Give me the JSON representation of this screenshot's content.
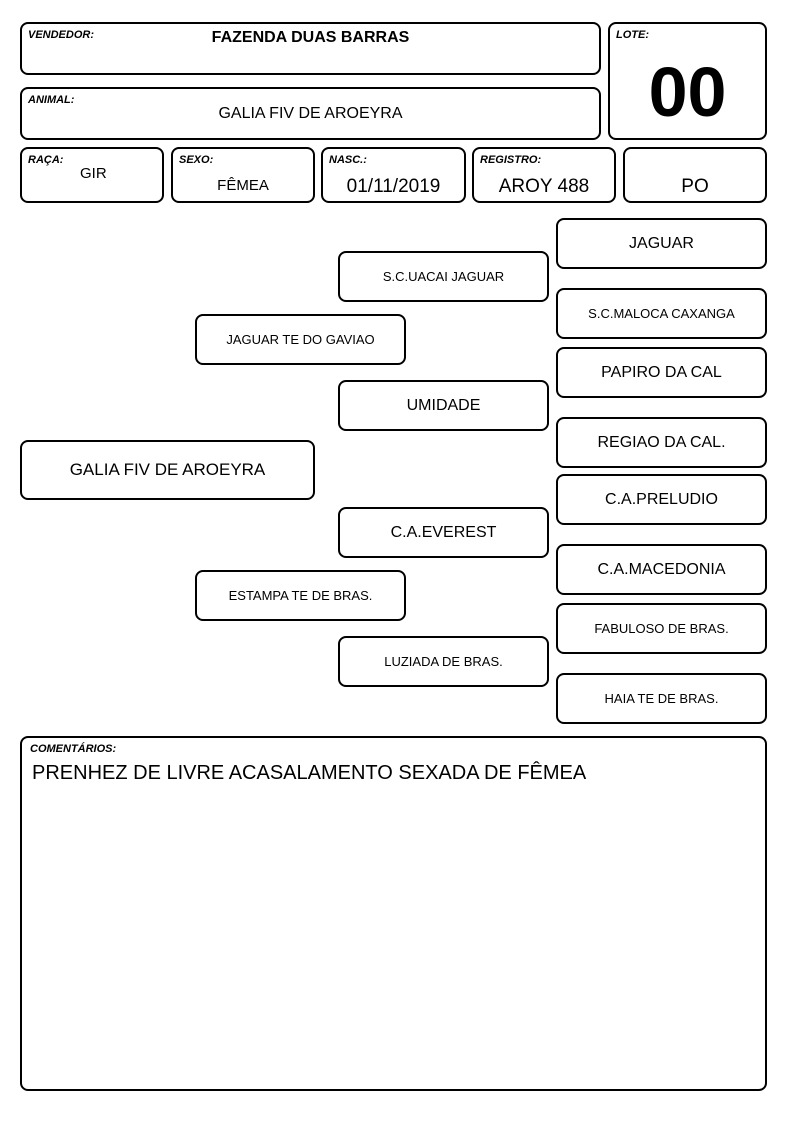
{
  "header": {
    "vendedor_label": "VENDEDOR:",
    "vendedor": "FAZENDA DUAS BARRAS",
    "lote_label": "LOTE:",
    "lote": "00",
    "animal_label": "ANIMAL:",
    "animal": "GALIA FIV DE AROEYRA"
  },
  "info": {
    "raca_label": "RAÇA:",
    "raca": "GIR",
    "sexo_label": "SEXO:",
    "sexo": "FÊMEA",
    "nasc_label": "NASC.:",
    "nasc": "01/11/2019",
    "registro_label": "REGISTRO:",
    "registro": "AROY 488",
    "tipo": "PO"
  },
  "pedigree": {
    "animal": "GALIA FIV DE AROEYRA",
    "sire": "JAGUAR TE DO GAVIAO",
    "dam": "ESTAMPA TE DE BRAS.",
    "sire_sire": "S.C.UACAI JAGUAR",
    "sire_dam": "UMIDADE",
    "dam_sire": "C.A.EVEREST",
    "dam_dam": "LUZIADA DE BRAS.",
    "ss_sire": "JAGUAR",
    "ss_dam": "S.C.MALOCA CAXANGA",
    "sd_sire": "PAPIRO DA CAL",
    "sd_dam": "REGIAO DA CAL.",
    "ds_sire": "C.A.PRELUDIO",
    "ds_dam": "C.A.MACEDONIA",
    "dd_sire": "FABULOSO DE BRAS.",
    "dd_dam": "HAIA TE DE BRAS."
  },
  "comments": {
    "label": "COMENTÁRIOS:",
    "text": "PRENHEZ DE LIVRE ACASALAMENTO SEXADA DE FÊMEA"
  }
}
